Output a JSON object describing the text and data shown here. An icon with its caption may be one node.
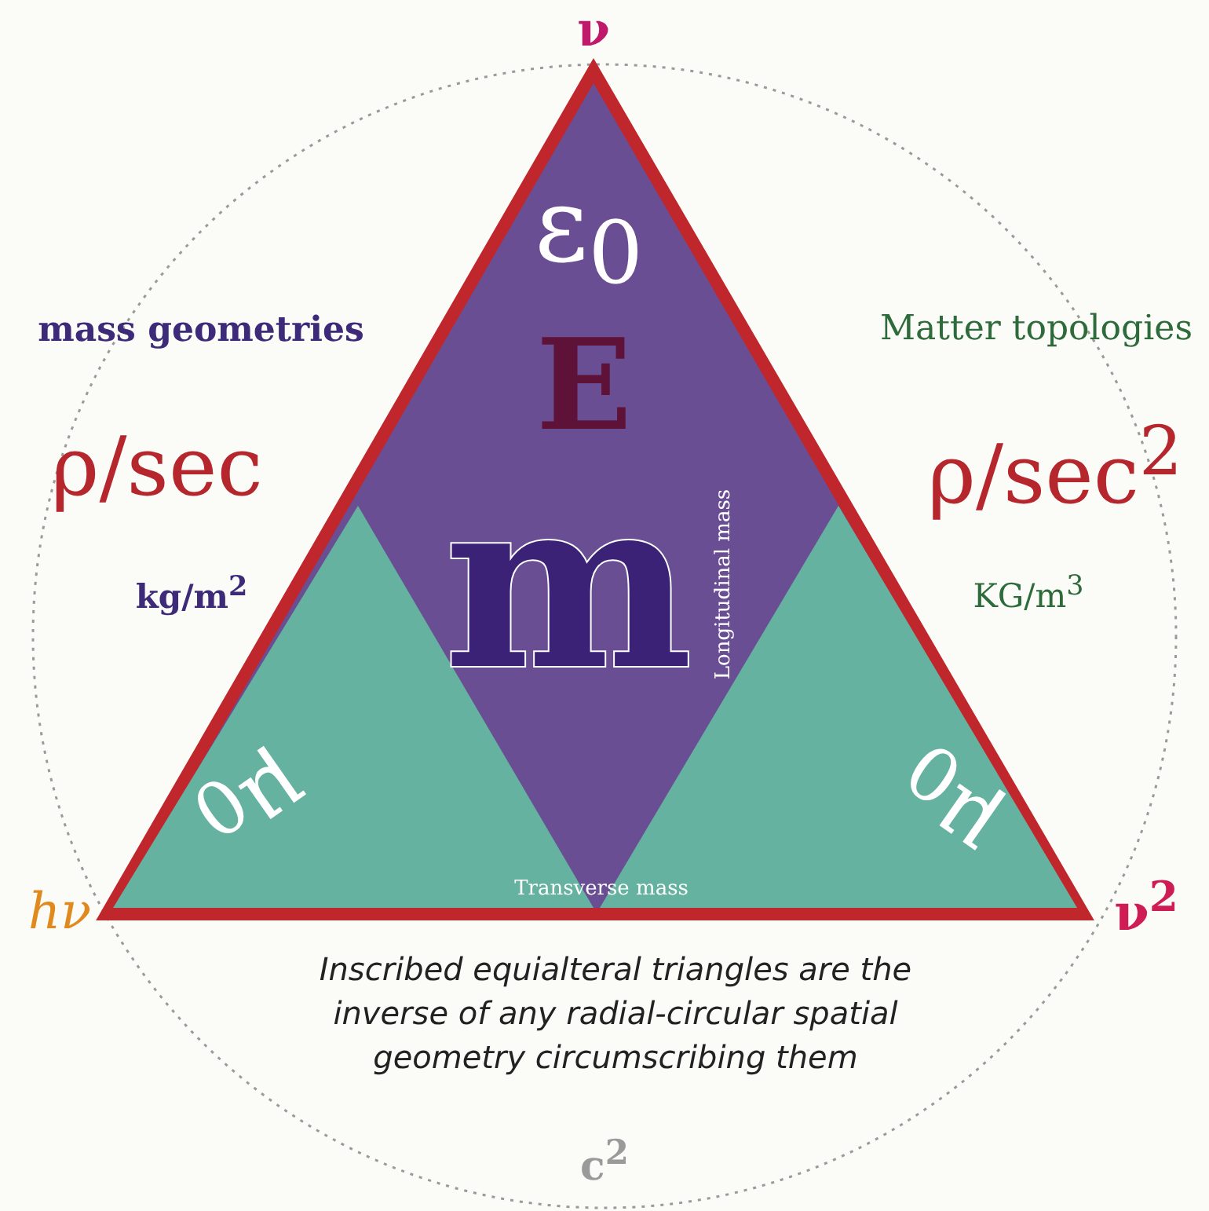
{
  "diagram": {
    "nodes": [
      {
        "text": [],
        "shape": "circle"
      },
      {
        "text": [
          "ε$_{0}$",
          "E",
          "m",
          "Longitudinal mass",
          "Transverse mass"
        ],
        "in": 0
      },
      {
        "text": [
          "μ$_{0}$"
        ],
        "in": 1
      },
      {
        "text": [
          "μ$_{0}$"
        ],
        "in": 1
      }
    ],
    "labels": [
      "ν",
      "mass geometries",
      "Matter topologies",
      "ρ/sec",
      "ρ/sec$^{2}$",
      "kg/m$^{2}$",
      "KG/m$^{3}$",
      "hν",
      "ν$^{2}$",
      "Inscribed equialteral triangles are the inverse of any radial-circular spatial geometry circumscribing them",
      "c$^{2}$"
    ]
  }
}
